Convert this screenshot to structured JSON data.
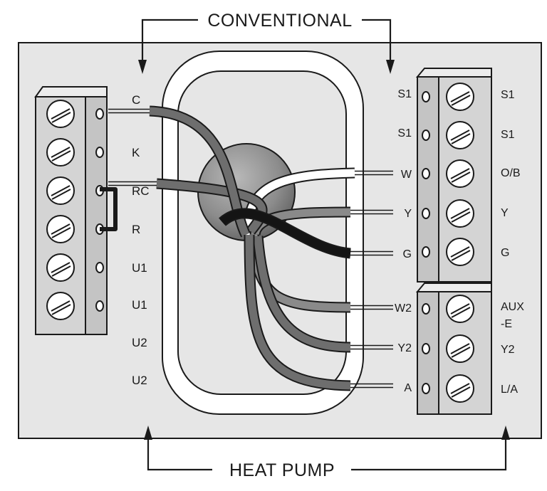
{
  "diagram": {
    "top_heading": "CONVENTIONAL",
    "bottom_heading": "HEAT PUMP",
    "left_labels": [
      "C",
      "K",
      "RC",
      "R",
      "U1",
      "U1",
      "U2",
      "U2"
    ],
    "right_wire_labels": [
      "S1",
      "S1",
      "W",
      "Y",
      "G",
      "W2",
      "Y2",
      "A"
    ],
    "right_terminal_labels": [
      "S1",
      "S1",
      "O/B",
      "Y",
      "G",
      "AUX",
      "-E",
      "Y2",
      "L/A"
    ]
  },
  "colors": {
    "plate": "#e6e6e6",
    "line": "#1a1a1a",
    "wire_dark_gray": "#6e6e6e",
    "wire_mid_gray": "#8a8a8a",
    "wire_black": "#141414",
    "wire_white": "#ffffff",
    "terminal_block": "#d4d4d4"
  }
}
